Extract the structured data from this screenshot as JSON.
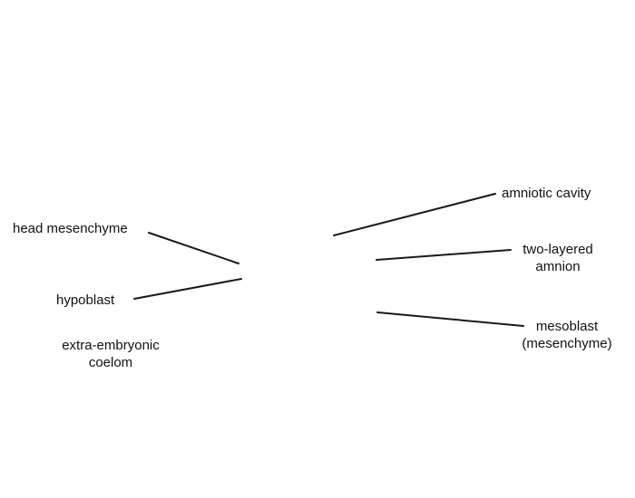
{
  "labels": {
    "head_mesenchyme": "head mesenchyme",
    "hypoblast": "hypoblast",
    "extra_embryonic_coelom": [
      "extra-embryonic",
      "coelom"
    ],
    "amniotic_cavity": "amniotic cavity",
    "two_layered_amnion": [
      "two-layered",
      "amnion"
    ],
    "mesoblast": [
      "mesoblast",
      "(mesenchyme)"
    ]
  },
  "colors": {
    "line": "#1a1a1a",
    "text": "#111111",
    "background": "#ffffff"
  }
}
